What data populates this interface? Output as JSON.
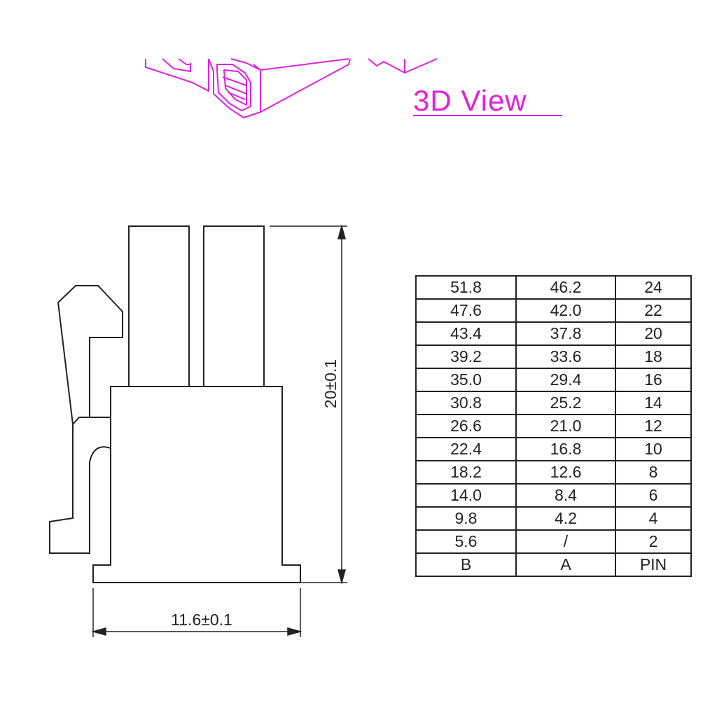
{
  "view_label": "3D View",
  "dimensions": {
    "height_label": "20±0.1",
    "width_label": "11.6±0.1"
  },
  "table": {
    "rows": [
      {
        "b": "51.8",
        "a": "46.2",
        "pin": "24"
      },
      {
        "b": "47.6",
        "a": "42.0",
        "pin": "22"
      },
      {
        "b": "43.4",
        "a": "37.8",
        "pin": "20"
      },
      {
        "b": "39.2",
        "a": "33.6",
        "pin": "18"
      },
      {
        "b": "35.0",
        "a": "29.4",
        "pin": "16"
      },
      {
        "b": "30.8",
        "a": "25.2",
        "pin": "14"
      },
      {
        "b": "26.6",
        "a": "21.0",
        "pin": "12"
      },
      {
        "b": "22.4",
        "a": "16.8",
        "pin": "10"
      },
      {
        "b": "18.2",
        "a": "12.6",
        "pin": "8"
      },
      {
        "b": "14.0",
        "a": "8.4",
        "pin": "6"
      },
      {
        "b": "9.8",
        "a": "4.2",
        "pin": "4"
      },
      {
        "b": "5.6",
        "a": "/",
        "pin": "2"
      }
    ],
    "header": {
      "b": "B",
      "a": "A",
      "pin": "PIN"
    }
  },
  "colors": {
    "view_3d": "#e020e0",
    "line": "#222222"
  }
}
